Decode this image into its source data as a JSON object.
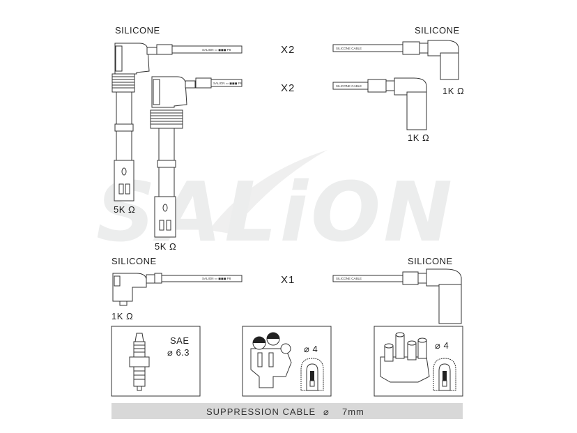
{
  "watermark": "SALiON",
  "labels": {
    "silicone_top_left": "SILICONE",
    "silicone_top_right": "SILICONE",
    "silicone_bottom_left": "SILICONE",
    "silicone_bottom_right": "SILICONE"
  },
  "quantities": {
    "row1": "X2",
    "row2": "X2",
    "row3": "X1"
  },
  "resistances": {
    "top_right_1": "1K Ω",
    "top_right_2": "1K Ω",
    "left_5k_1": "5K Ω",
    "left_5k_2": "5K Ω",
    "bottom_left": "1K Ω"
  },
  "cable_print": {
    "left": "SALION ▭ ◼◼◼ P8",
    "right": "SILICONE CABLE"
  },
  "boxes": {
    "spark_plug": {
      "line1": "SAE",
      "line2": "⌀ 6.3"
    },
    "distributor_1": {
      "dia": "⌀ 4"
    },
    "distributor_2": {
      "dia": "⌀ 4"
    }
  },
  "footer": {
    "text": "SUPPRESSION CABLE",
    "dia_symbol": "⌀",
    "size": "7mm"
  }
}
